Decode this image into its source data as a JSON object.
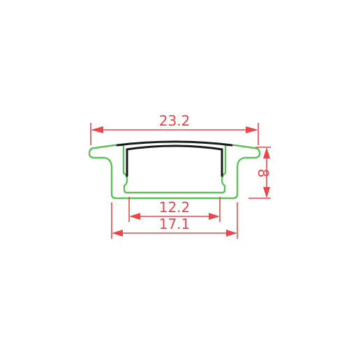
{
  "dimensions": {
    "overall_width": "23.2",
    "height": "8",
    "inner_width": "12.2",
    "body_width": "17.1"
  },
  "colors": {
    "dimension": "#e8474c",
    "profile_outline": "#5cc15a",
    "diffuser": "#1a1a1a"
  }
}
